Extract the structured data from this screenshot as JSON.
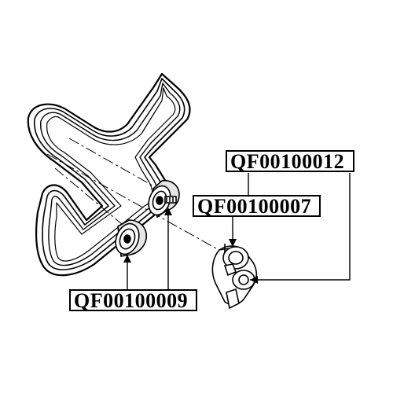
{
  "labels": {
    "tensioner_assembly": "QF00100012",
    "tensioner_pulley": "QF00100007",
    "idler_pulleys": "QF00100009"
  }
}
